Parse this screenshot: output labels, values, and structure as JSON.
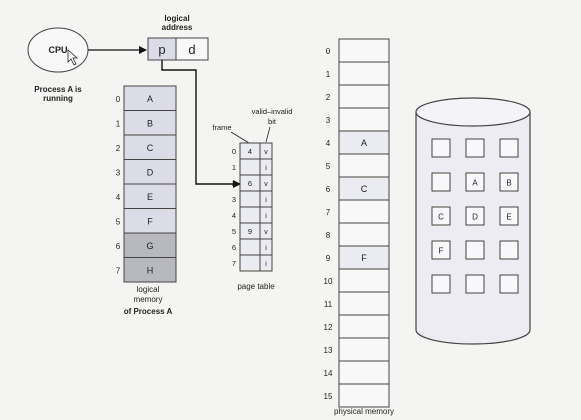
{
  "cpu": {
    "label": "CPU",
    "process_label_line1": "Process A is",
    "process_label_line2": "running"
  },
  "logical_address": {
    "title_line1": "logical",
    "title_line2": "address",
    "page_field": "p",
    "offset_field": "d"
  },
  "logical_memory": {
    "caption_line1": "logical",
    "caption_line2": "memory",
    "caption_line3": "of Process A",
    "pages": [
      {
        "index": "0",
        "content": "A",
        "shaded": false
      },
      {
        "index": "1",
        "content": "B",
        "shaded": false
      },
      {
        "index": "2",
        "content": "C",
        "shaded": false
      },
      {
        "index": "3",
        "content": "D",
        "shaded": false
      },
      {
        "index": "4",
        "content": "E",
        "shaded": false
      },
      {
        "index": "5",
        "content": "F",
        "shaded": false
      },
      {
        "index": "6",
        "content": "G",
        "shaded": true
      },
      {
        "index": "7",
        "content": "H",
        "shaded": true
      }
    ]
  },
  "page_table": {
    "caption": "page table",
    "frame_label": "frame",
    "valid_label_line1": "valid–invalid",
    "valid_label_line2": "bit",
    "rows": [
      {
        "index": "0",
        "frame": "4",
        "bit": "v"
      },
      {
        "index": "1",
        "frame": "",
        "bit": "i"
      },
      {
        "index": "2",
        "frame": "6",
        "bit": "v"
      },
      {
        "index": "3",
        "frame": "",
        "bit": "i"
      },
      {
        "index": "4",
        "frame": "",
        "bit": "i"
      },
      {
        "index": "5",
        "frame": "9",
        "bit": "v"
      },
      {
        "index": "6",
        "frame": "",
        "bit": "i"
      },
      {
        "index": "7",
        "frame": "",
        "bit": "i"
      }
    ]
  },
  "physical_memory": {
    "caption": "physical memory",
    "frames": [
      {
        "index": "0",
        "content": ""
      },
      {
        "index": "1",
        "content": ""
      },
      {
        "index": "2",
        "content": ""
      },
      {
        "index": "3",
        "content": ""
      },
      {
        "index": "4",
        "content": "A"
      },
      {
        "index": "5",
        "content": ""
      },
      {
        "index": "6",
        "content": "C"
      },
      {
        "index": "7",
        "content": ""
      },
      {
        "index": "8",
        "content": ""
      },
      {
        "index": "9",
        "content": "F"
      },
      {
        "index": "10",
        "content": ""
      },
      {
        "index": "11",
        "content": ""
      },
      {
        "index": "12",
        "content": ""
      },
      {
        "index": "13",
        "content": ""
      },
      {
        "index": "14",
        "content": ""
      },
      {
        "index": "15",
        "content": ""
      }
    ]
  },
  "disk": {
    "grid": [
      [
        "",
        "",
        ""
      ],
      [
        "",
        "A",
        "B"
      ],
      [
        "C",
        "D",
        "E"
      ],
      [
        "F",
        "",
        ""
      ],
      [
        "",
        "",
        ""
      ]
    ]
  },
  "colors": {
    "page_fill": "#dcdce6",
    "page_shaded": "#b8b8c0",
    "box_fill": "#ebebf2",
    "disk_body": "#ececf2",
    "stroke": "#444444"
  }
}
